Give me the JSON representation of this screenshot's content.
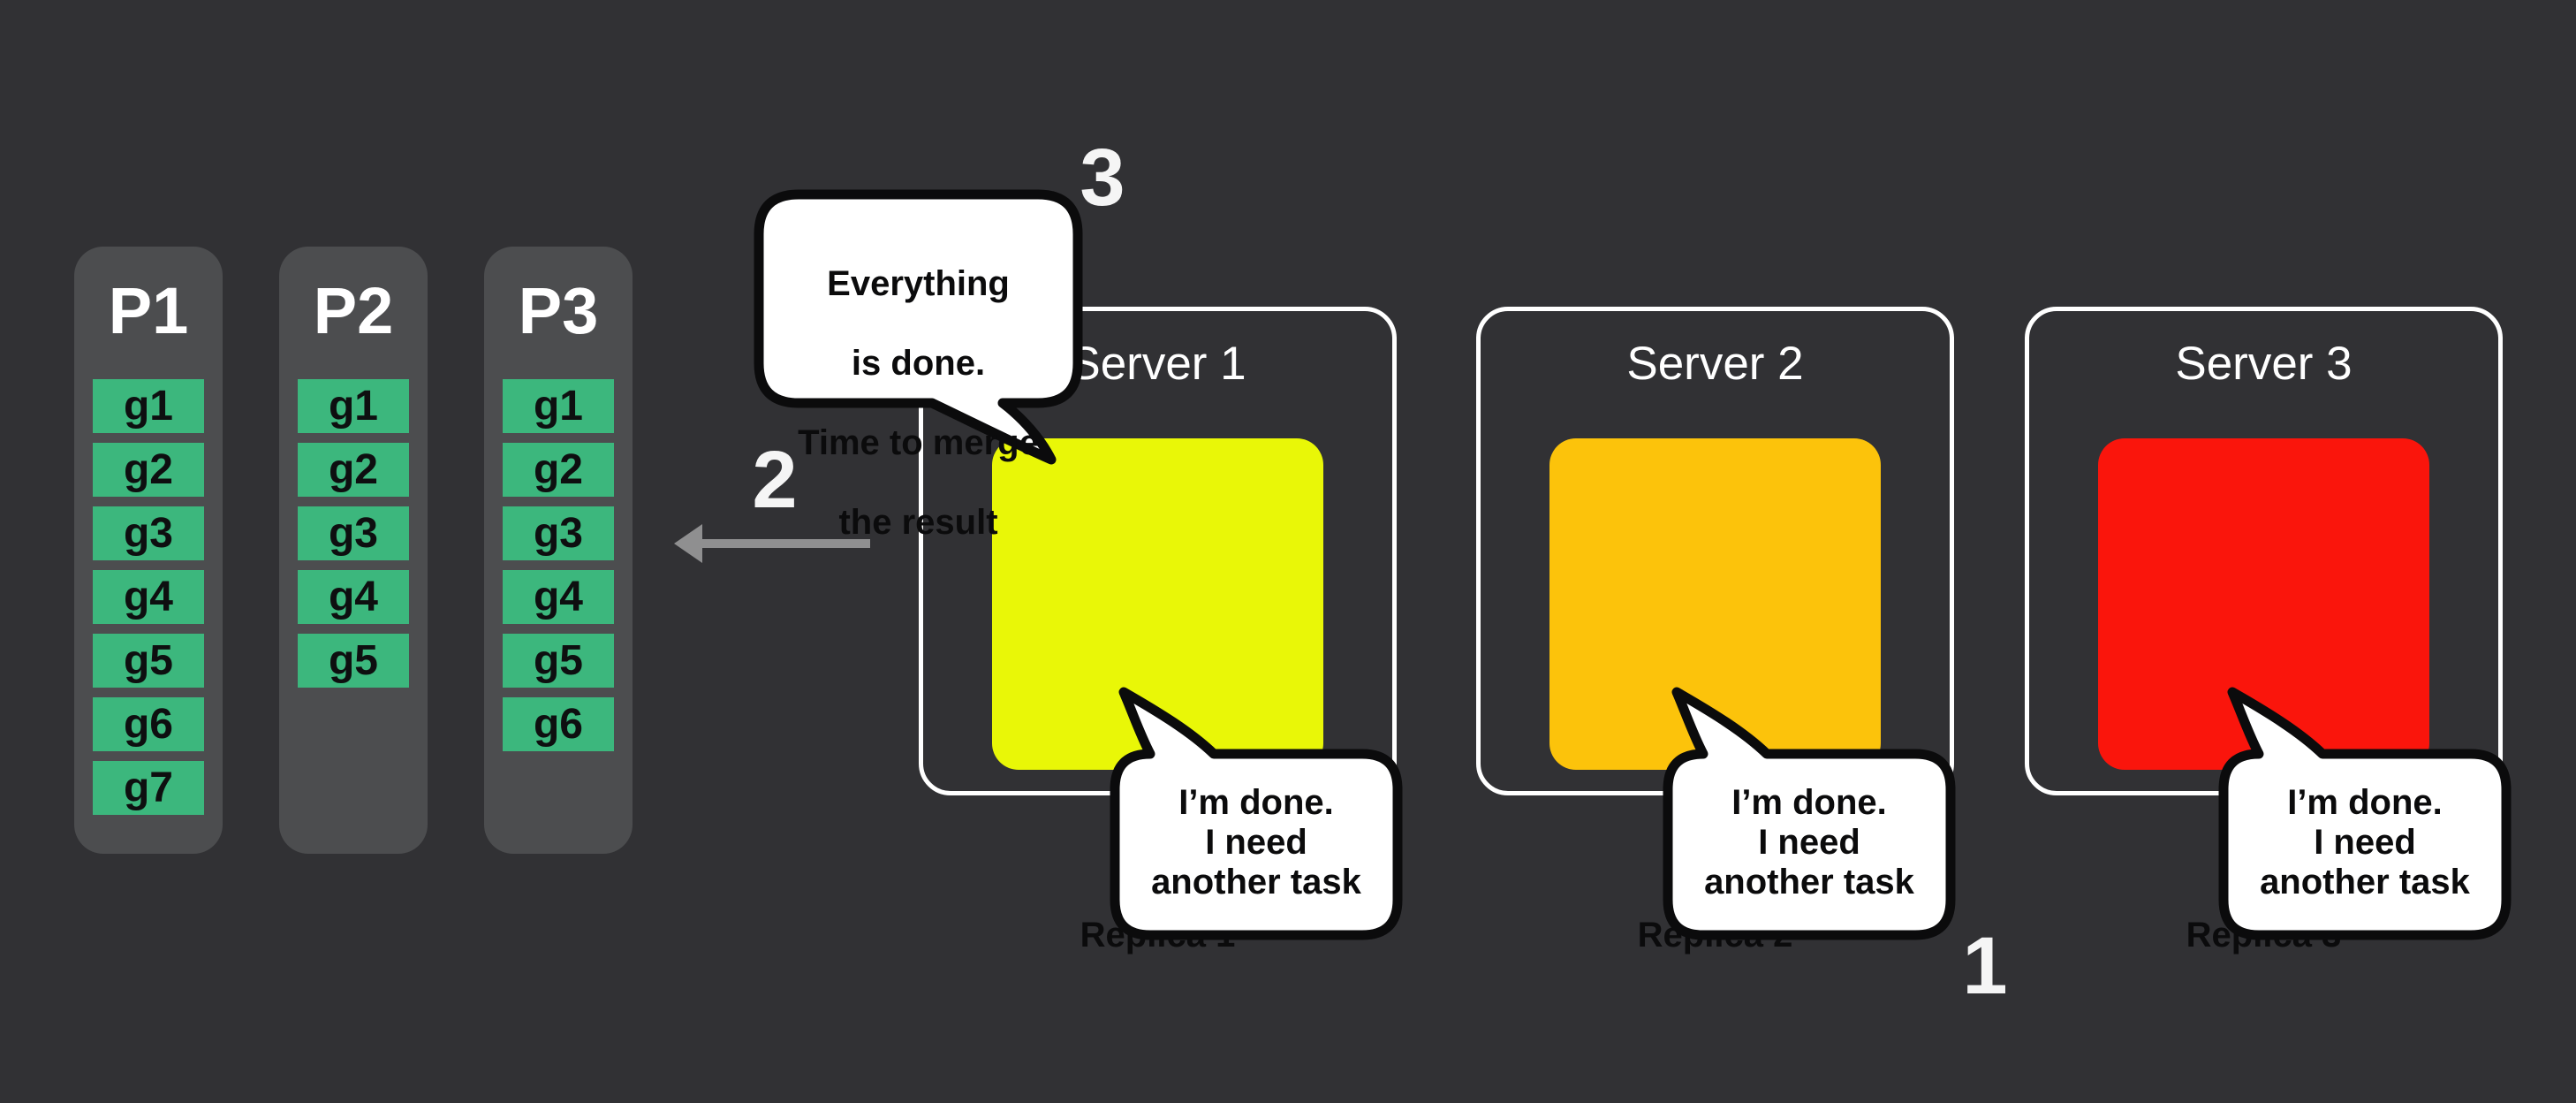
{
  "colors": {
    "background": "#313134",
    "partition_bg": "#4C4D4F",
    "task_green": "#3CB77D",
    "replica_yellow": "#E9F707",
    "replica_orange": "#FCC30B",
    "replica_red": "#FA150C",
    "bubble_fill": "#FFFFFF",
    "bubble_border": "#0B0B0C",
    "arrow_gray": "#8F8F90",
    "text_white": "#FFFFFF"
  },
  "partitions": [
    {
      "label": "P1",
      "tasks": [
        "g1",
        "g2",
        "g3",
        "g4",
        "g5",
        "g6",
        "g7"
      ]
    },
    {
      "label": "P2",
      "tasks": [
        "g1",
        "g2",
        "g3",
        "g4",
        "g5"
      ]
    },
    {
      "label": "P3",
      "tasks": [
        "g1",
        "g2",
        "g3",
        "g4",
        "g5",
        "g6"
      ]
    }
  ],
  "servers": [
    {
      "label": "Server 1",
      "replica_label": "Replica 1",
      "replica_color": "#E9F707",
      "bubble_lines": [
        "I’m done.",
        "I need",
        "another task"
      ]
    },
    {
      "label": "Server 2",
      "replica_label": "Replica 2",
      "replica_color": "#FCC30B",
      "bubble_lines": [
        "I’m done.",
        "I need",
        "another task"
      ]
    },
    {
      "label": "Server 3",
      "replica_label": "Replica 3",
      "replica_color": "#FA150C",
      "bubble_lines": [
        "I’m done.",
        "I need",
        "another task"
      ]
    }
  ],
  "merge_bubble": {
    "lines": [
      "Everything",
      "is done.",
      "Time to merge",
      "the result"
    ]
  },
  "steps": {
    "step1": "1",
    "step2": "2",
    "step3": "3"
  }
}
